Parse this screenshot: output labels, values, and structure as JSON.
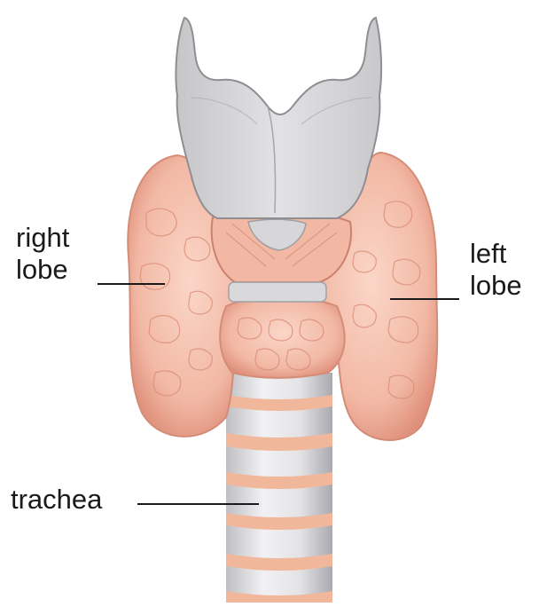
{
  "labels": {
    "right_lobe_line1": "right",
    "right_lobe_line2": "lobe",
    "left_lobe_line1": "left",
    "left_lobe_line2": "lobe",
    "trachea": "trachea"
  },
  "colors": {
    "cartilage": "#d4d4d6",
    "cartilage_shadow": "#a9a9ad",
    "thyroid_tissue": "#f2b9a5",
    "thyroid_shadow": "#d98a74",
    "trachea_ring": "#e8e8ea",
    "trachea_band": "#f0b79a",
    "leader_line": "#1a1a1a"
  }
}
